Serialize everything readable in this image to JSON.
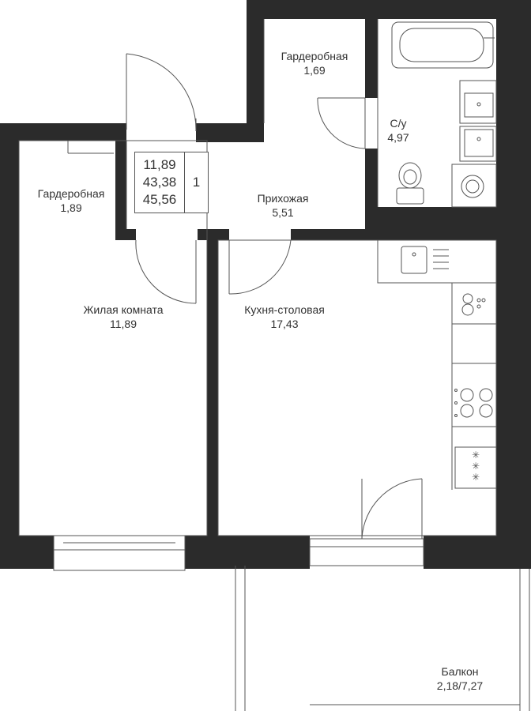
{
  "rooms": {
    "wardrobe_top": {
      "name": "Гардеробная",
      "area": "1,69"
    },
    "bathroom": {
      "name": "С/у",
      "area": "4,97"
    },
    "wardrobe_left": {
      "name": "Гардеробная",
      "area": "1,89"
    },
    "hallway": {
      "name": "Прихожая",
      "area": "5,51"
    },
    "living_room": {
      "name": "Жилая комната",
      "area": "11,89"
    },
    "kitchen": {
      "name": "Кухня-столовая",
      "area": "17,43"
    },
    "balcony": {
      "name": "Балкон",
      "area": "2,18/7,27"
    }
  },
  "summary": {
    "living_area": "11,89",
    "total_area": "43,38",
    "total_with_balcony": "45,56",
    "room_count": "1"
  },
  "colors": {
    "wall": "#2b2b2b",
    "line": "#555555",
    "background": "#ffffff"
  }
}
